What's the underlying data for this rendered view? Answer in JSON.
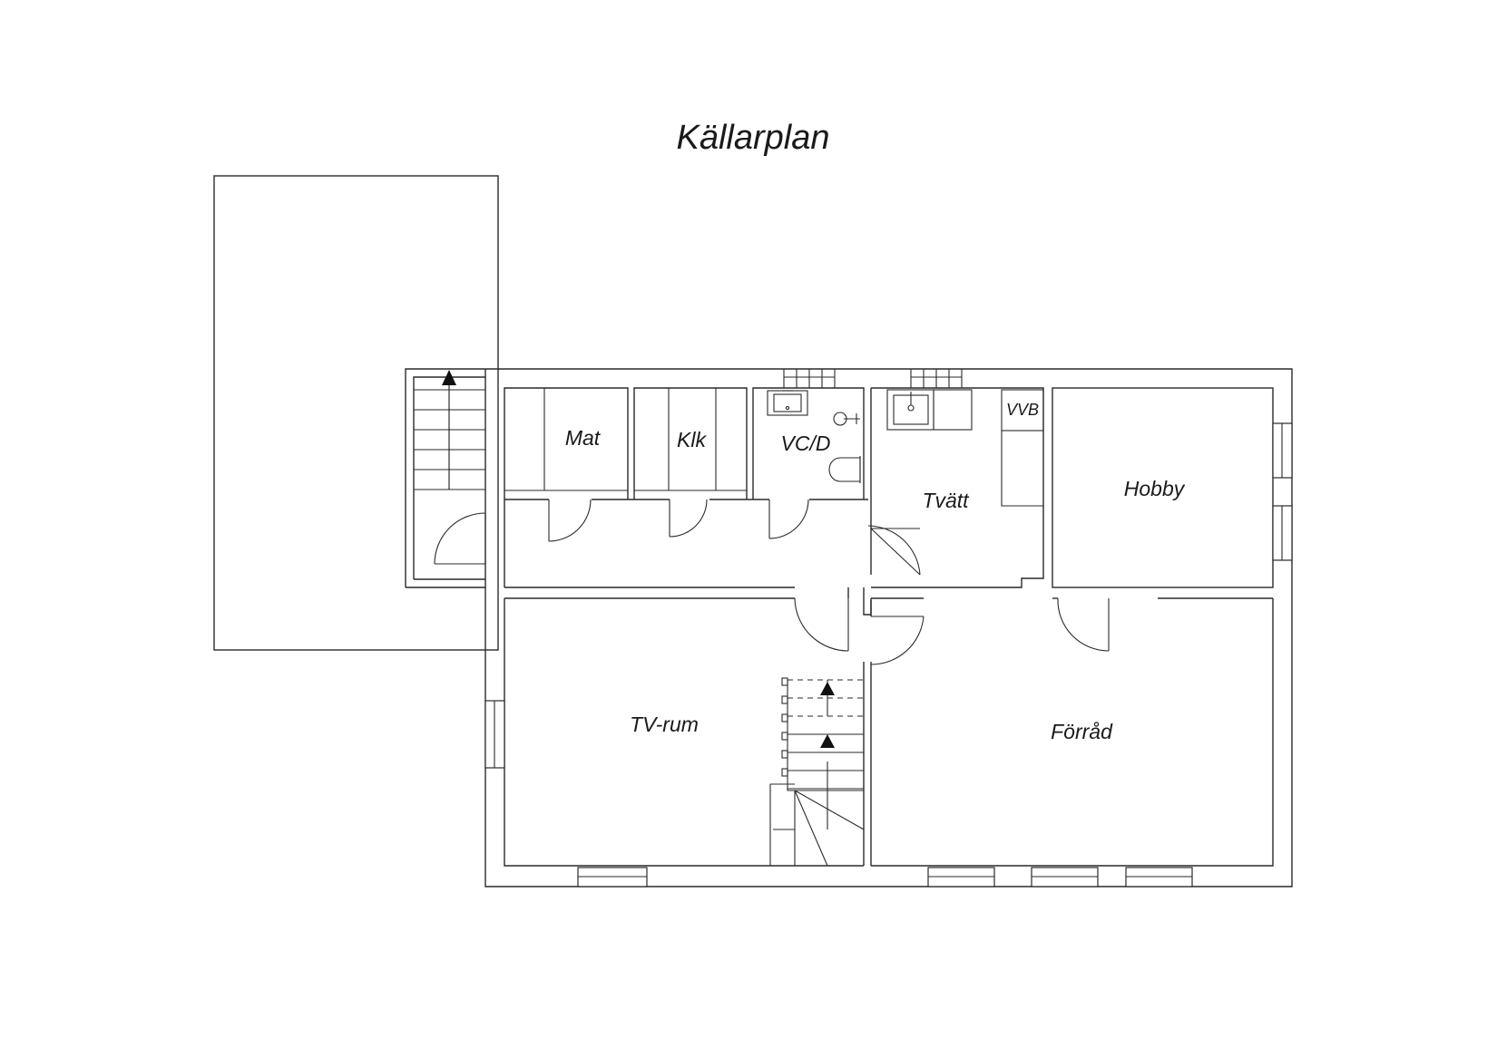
{
  "title": "Källarplan",
  "rooms": {
    "mat": "Mat",
    "klk": "Klk",
    "vcd": "VC/D",
    "vvb": "VVB",
    "tvatt": "Tvätt",
    "hobby": "Hobby",
    "tvrum": "TV-rum",
    "forrad": "Förråd"
  },
  "colors": {
    "line": "#2a2a2a",
    "background": "#ffffff"
  }
}
